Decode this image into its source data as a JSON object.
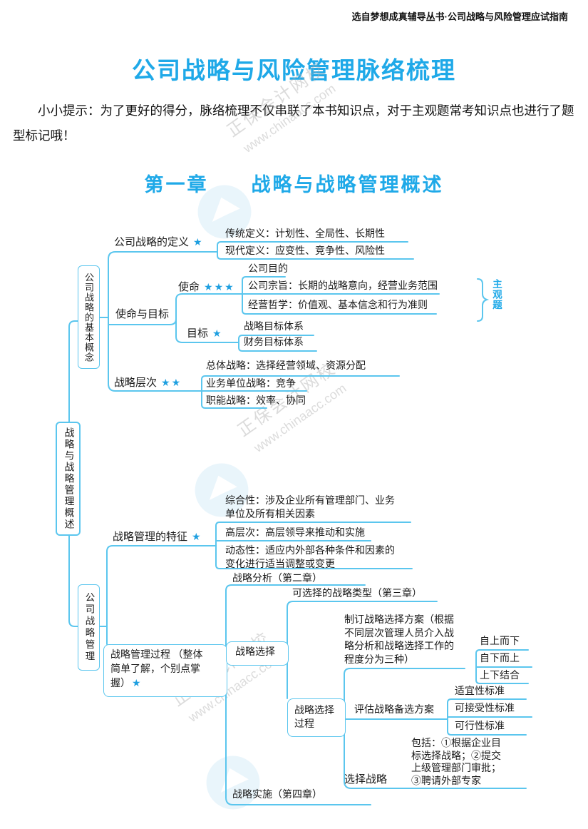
{
  "page": {
    "header": "选自梦想成真辅导丛书·公司战略与风险管理应试指南",
    "title": "公司战略与风险管理脉络梳理",
    "intro_line1": "小小提示：为了更好的得分，脉络梳理不仅串联了本书知识点，对于主观题常考知识点也进行了题型标记哦！",
    "chapter": "第一章　　战略与战略管理概述"
  },
  "colors": {
    "accent": "#1fa9e8",
    "line": "#5bc6ee",
    "star": "#1e9fe0"
  },
  "watermark": {
    "brand": "正保会计网校",
    "url": "www.chinaacc.com"
  },
  "mindmap": {
    "root": "战略与战略管理概述",
    "basic": {
      "label": "公司战略的基本概念",
      "definition": {
        "label": "公司战略的定义",
        "stars": "★",
        "traditional": "传统定义：计划性、全局性、长期性",
        "modern": "现代定义：应变性、竞争性、风险性"
      },
      "mission_goal": {
        "label": "使命与目标",
        "mission": {
          "label": "使命",
          "stars": "★★★",
          "purpose": "公司目的",
          "tenet": "公司宗旨：长期的战略意向，经营业务范围",
          "philosophy": "经营哲学：价值观、基本信念和行为准则",
          "tag": "主观题"
        },
        "goal": {
          "label": "目标",
          "stars": "★",
          "strategic": "战略目标体系",
          "financial": "财务目标体系"
        }
      },
      "levels": {
        "label": "战略层次",
        "stars": "★★",
        "overall": "总体战略：选择经营领域、资源分配",
        "business": "业务单位战略：竞争",
        "functional": "职能战略：效率、协同"
      }
    },
    "management": {
      "label": "公司战略管理",
      "features": {
        "label": "战略管理的特征",
        "stars": "★",
        "comprehensive": "综合性：涉及企业所有管理部门、业务单位及所有相关因素",
        "high_level": "高层次：高层领导来推动和实施",
        "dynamic": "动态性：适应内外部各种条件和因素的变化进行适当调整或变更"
      },
      "process": {
        "label": "战略管理过程 （整体简单了解，个别点掌握）",
        "stars": "★",
        "analysis": "战略分析（第二章）",
        "choice": {
          "label": "战略选择",
          "types": "可选择的战略类型（第三章）",
          "process": {
            "label": "战略选择过程",
            "formulate": {
              "label": "制订战略选择方案（根据不同层次管理人员介入战略分析和战略选择工作的程度分为三种）",
              "options": [
                "自上而下",
                "自下而上",
                "上下结合"
              ]
            },
            "evaluate": {
              "label": "评估战略备选方案",
              "criteria": [
                "适宜性标准",
                "可接受性标准",
                "可行性标准"
              ]
            },
            "select": {
              "label": "选择战略",
              "note": "包括：①根据企业目标选择战略；②提交上级管理部门审批；③聘请外部专家"
            }
          }
        },
        "implementation": "战略实施（第四章）"
      }
    }
  }
}
